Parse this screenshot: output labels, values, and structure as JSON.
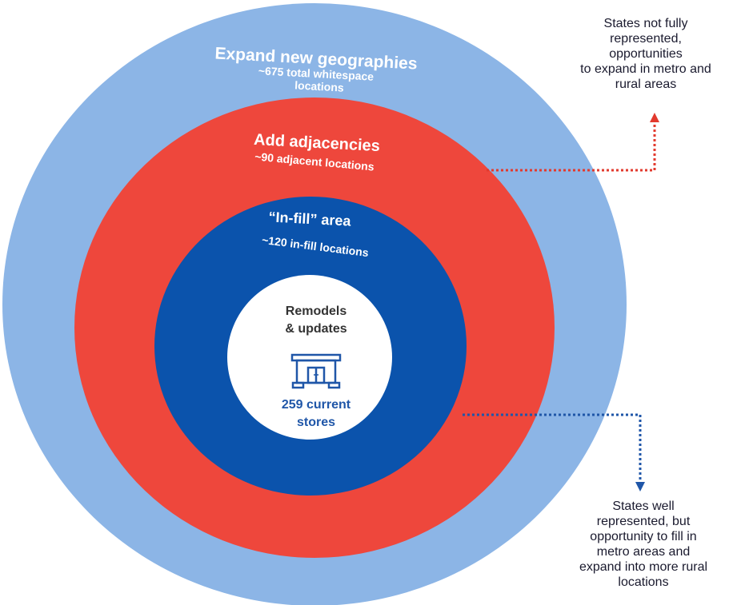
{
  "colors": {
    "outer_ring": "#8cb5e6",
    "middle_ring": "#ee473c",
    "inner_ring": "#0b53ac",
    "core": "#ffffff",
    "core_title": "#333333",
    "core_sub": "#1f56a8",
    "callout_top_arrow": "#e23a2e",
    "callout_bottom_arrow": "#1f56a8"
  },
  "rings": {
    "outer": {
      "title": "Expand new  geographies",
      "sub_line1": "~675 total whitespace",
      "sub_line2": "locations"
    },
    "middle": {
      "title": "Add adjacencies",
      "sub": "~90 adjacent locations"
    },
    "inner": {
      "title": "“In-fill” area",
      "sub": "~120 in-fill locations"
    },
    "core": {
      "title_line1": "Remodels",
      "title_line2": "& updates",
      "icon": "store-icon",
      "sub_line1": "259 current",
      "sub_line2": "stores"
    }
  },
  "callouts": {
    "top": {
      "lines": [
        "States not fully",
        "represented,",
        "opportunities",
        "to expand in metro and",
        "rural areas"
      ]
    },
    "bottom": {
      "lines": [
        "States well",
        "represented, but",
        "opportunity to fill in",
        "metro areas and",
        "expand into more rural",
        "locations"
      ]
    }
  }
}
